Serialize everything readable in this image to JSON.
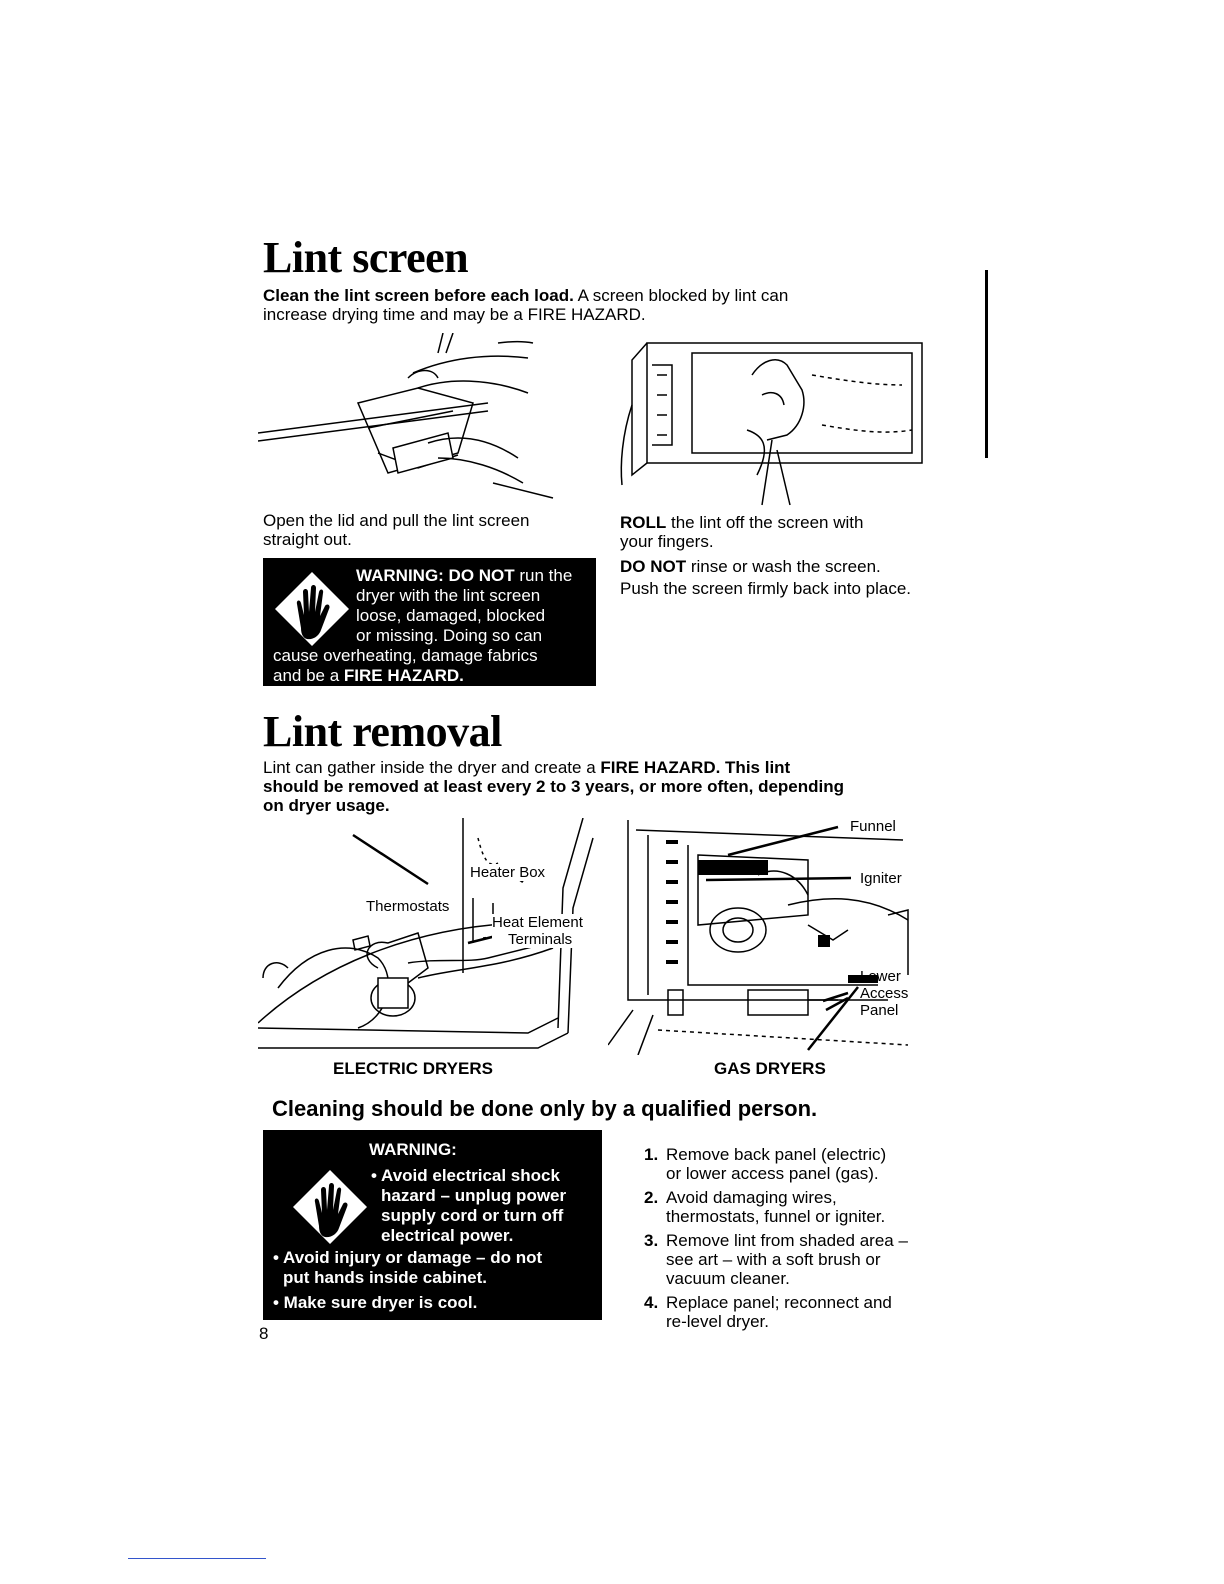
{
  "lint_screen": {
    "title": "Lint screen",
    "intro_bold": "Clean the lint screen before each load.",
    "intro_rest_1": " A screen blocked by lint can",
    "intro_rest_2": "increase drying time and may be a FIRE HAZARD.",
    "left_caption_1": "Open the lid and pull the lint screen",
    "left_caption_2": "straight out.",
    "right_roll_bold": "ROLL",
    "right_roll_rest": " the lint off the screen with",
    "right_roll_2": "your fingers.",
    "right_donot_bold": "DO NOT",
    "right_donot_rest": " rinse or wash the screen.",
    "right_push": "Push the screen firmly back into place.",
    "warning": {
      "label": "WARNING: DO NOT",
      "line1_rest": " run the",
      "line2": "dryer with the lint screen",
      "line3": "loose, damaged, blocked",
      "line4": "or missing. Doing so can",
      "line5": "cause overheating, damage fabrics",
      "line6_start": "and be a ",
      "line6_bold": "FIRE HAZARD."
    }
  },
  "lint_removal": {
    "title": "Lint removal",
    "intro_1_plain": "Lint can gather inside the dryer and create a ",
    "intro_1_bold": "FIRE HAZARD. This lint",
    "intro_2": "should be removed at least every 2 to 3 years, or more often, depending",
    "intro_3": "on dryer usage.",
    "electric_labels": {
      "heater_box": "Heater Box",
      "thermostats": "Thermostats",
      "heat_element_1": "Heat Element",
      "heat_element_2": "Terminals"
    },
    "gas_labels": {
      "funnel": "Funnel",
      "igniter": "Igniter",
      "lower_1": "Lower",
      "lower_2": "Access",
      "lower_3": "Panel"
    },
    "caption_electric": "ELECTRIC DRYERS",
    "caption_gas": "GAS DRYERS",
    "qualified": "Cleaning should be done only by a qualified person.",
    "warning": {
      "label": "WARNING:",
      "b1_1": "• Avoid electrical shock",
      "b1_2": "hazard – unplug power",
      "b1_3": "supply cord or turn off",
      "b1_4": "electrical power.",
      "b2_1": "• Avoid injury or damage – do not",
      "b2_2": "put hands inside cabinet.",
      "b3": "• Make sure dryer is cool."
    },
    "steps": [
      {
        "num": "1.",
        "l1": "Remove back panel (electric)",
        "l2": "or lower access panel (gas)."
      },
      {
        "num": "2.",
        "l1": "Avoid damaging wires,",
        "l2": "thermostats, funnel or igniter."
      },
      {
        "num": "3.",
        "l1": "Remove lint from shaded area –",
        "l2": "see art – with a soft brush or",
        "l3": "vacuum cleaner."
      },
      {
        "num": "4.",
        "l1": "Replace panel; reconnect and",
        "l2": "re-level dryer."
      }
    ]
  },
  "page_number": "8"
}
